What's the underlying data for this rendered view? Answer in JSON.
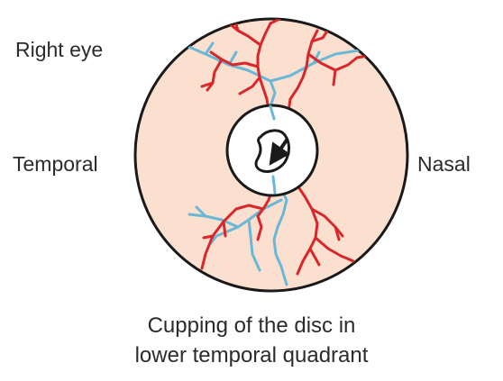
{
  "labels": {
    "eye": "Right eye",
    "left_side": "Temporal",
    "right_side": "Nasal"
  },
  "caption": {
    "line1": "Cupping of the disc in",
    "line2": "lower temporal quadrant"
  },
  "colors": {
    "fundus_fill": "#fbe0cf",
    "outline": "#1a1a1a",
    "artery": "#d8262a",
    "vein": "#6ab8d6",
    "disc_fill": "#ffffff",
    "text": "#2b2b2b"
  }
}
